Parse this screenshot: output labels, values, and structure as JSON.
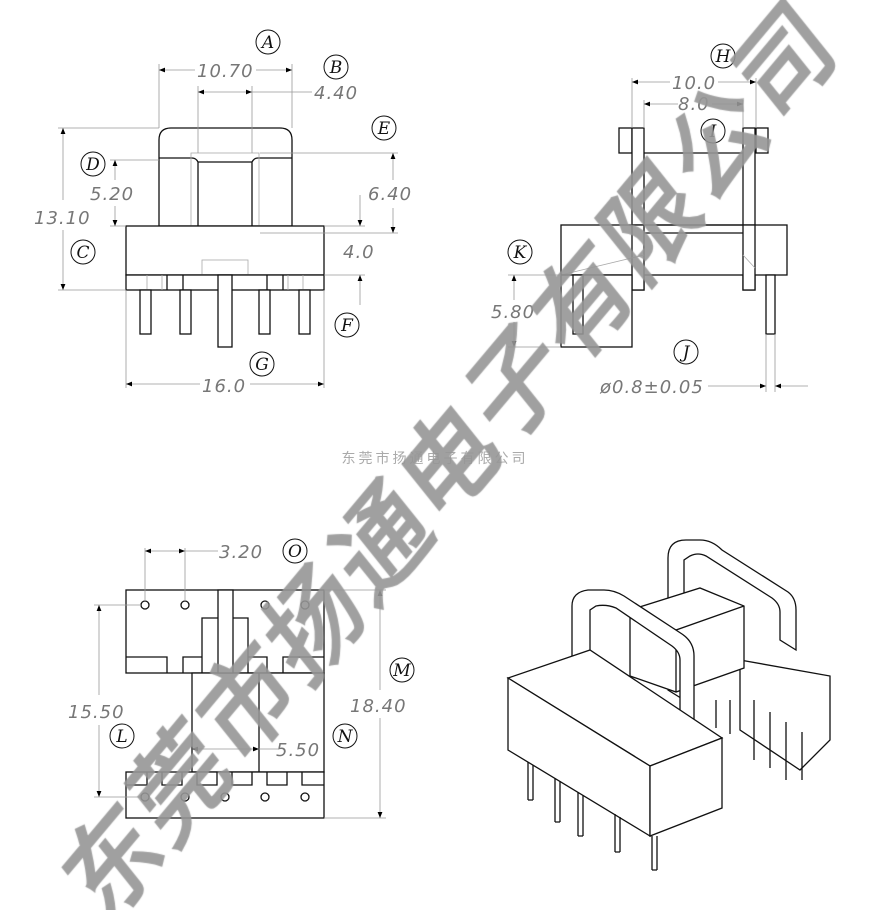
{
  "front_view": {
    "dimensions": {
      "overall_top_width": "10.70",
      "core_width": "4.40",
      "overall_height": "13.10",
      "winding_height": "5.20",
      "core_window_height": "6.40",
      "base_height": "4.0",
      "base_width": "16.0"
    },
    "labels": {
      "A": "A",
      "B": "B",
      "C": "C",
      "D": "D",
      "E": "E",
      "F": "F",
      "G": "G"
    }
  },
  "side_view": {
    "dimensions": {
      "flange_outer": "10.0",
      "flange_inner": "8.0",
      "pin_length": "5.80",
      "pin_diameter": "ø0.8±0.05"
    },
    "labels": {
      "H": "H",
      "I": "I",
      "J": "J",
      "K": "K"
    }
  },
  "bottom_view": {
    "dimensions": {
      "pin_pitch": "3.20",
      "row_spacing": "15.50",
      "core_slot_width": "5.50",
      "overall_depth": "18.40"
    },
    "labels": {
      "L": "L",
      "M": "M",
      "N": "N",
      "O": "O"
    }
  },
  "company_caption": "东莞市扬通电子有限公司",
  "watermark": "东莞市扬通电子有限公司"
}
